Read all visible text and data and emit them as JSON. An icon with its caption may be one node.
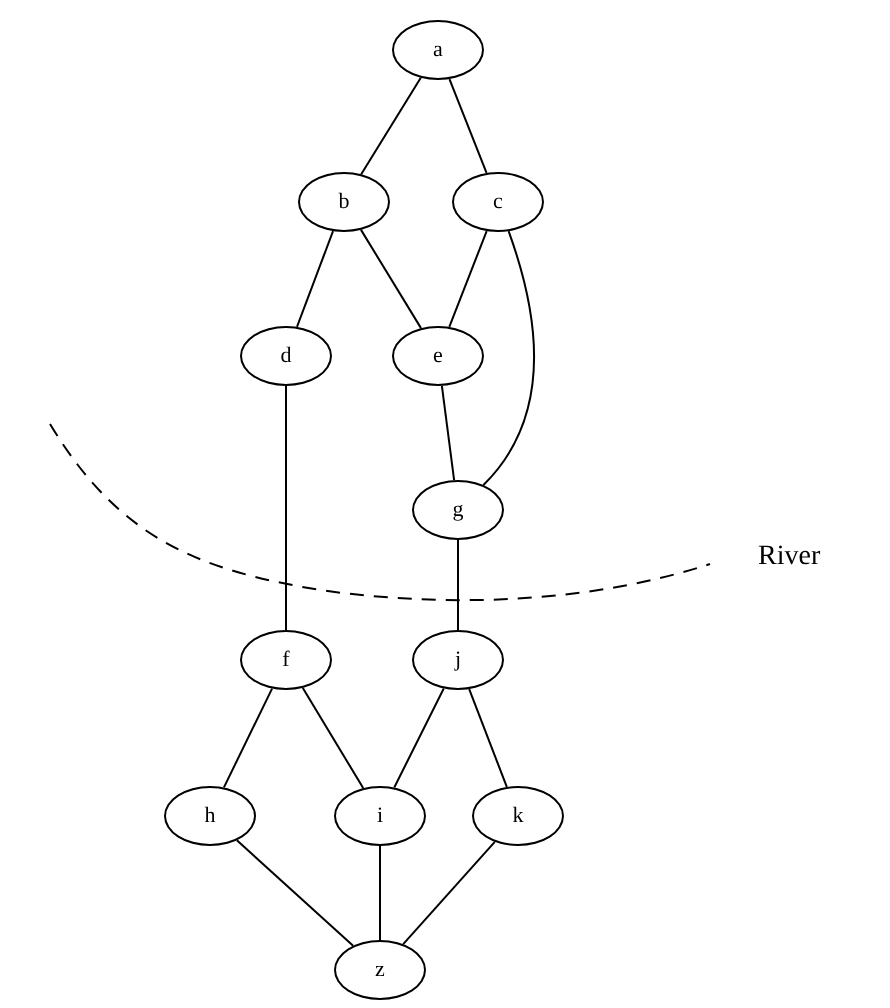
{
  "diagram": {
    "nodes": [
      {
        "text": [
          "a"
        ]
      },
      {
        "text": [
          "b"
        ]
      },
      {
        "text": [
          "c"
        ]
      },
      {
        "text": [
          "d"
        ]
      },
      {
        "text": [
          "e"
        ]
      },
      {
        "text": [
          "g"
        ]
      },
      {
        "text": [
          "f"
        ]
      },
      {
        "text": [
          "j"
        ]
      },
      {
        "text": [
          "h"
        ]
      },
      {
        "text": [
          "i"
        ]
      },
      {
        "text": [
          "k"
        ]
      },
      {
        "text": [
          "z"
        ]
      }
    ],
    "edges": [
      {
        "from": 0,
        "to": 1,
        "arrow": "none"
      },
      {
        "from": 0,
        "to": 2,
        "arrow": "none"
      },
      {
        "from": 1,
        "to": 3,
        "arrow": "none"
      },
      {
        "from": 1,
        "to": 4,
        "arrow": "none"
      },
      {
        "from": 2,
        "to": 4,
        "arrow": "none"
      },
      {
        "from": 2,
        "to": 5,
        "arrow": "none"
      },
      {
        "from": 3,
        "to": 6,
        "arrow": "none"
      },
      {
        "from": 4,
        "to": 5,
        "arrow": "none"
      },
      {
        "from": 5,
        "to": 7,
        "arrow": "none"
      },
      {
        "from": 6,
        "to": 8,
        "arrow": "none"
      },
      {
        "from": 6,
        "to": 9,
        "arrow": "none"
      },
      {
        "from": 7,
        "to": 9,
        "arrow": "none"
      },
      {
        "from": 7,
        "to": 10,
        "arrow": "none"
      },
      {
        "from": 8,
        "to": 11,
        "arrow": "none"
      },
      {
        "from": 9,
        "to": 11,
        "arrow": "none"
      },
      {
        "from": 10,
        "to": 11,
        "arrow": "none"
      }
    ],
    "labels": [
      "River"
    ]
  }
}
